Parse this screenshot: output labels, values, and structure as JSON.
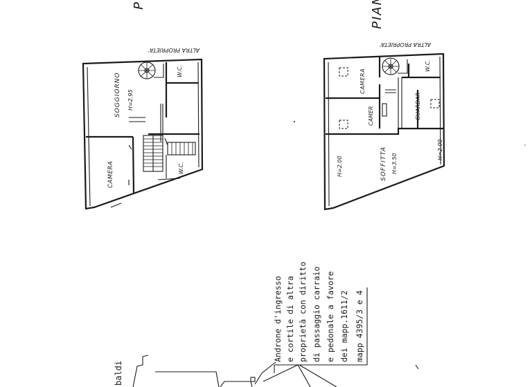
{
  "header": {
    "left_fragment": "P",
    "right_fragment": "PIAN"
  },
  "left_plan": {
    "neighbor_label": "ALTRA PROPRIETA'",
    "rooms": {
      "soggiorno": "SOGGIORNO",
      "soggiorno_height": "H=2.95",
      "camera": "CAMERA",
      "wc_top": "W.C.",
      "wc_bottom": "W.C."
    }
  },
  "right_plan": {
    "neighbor_label": "ALTRA PROPRIETA'",
    "rooms": {
      "camera": "CAMERA",
      "camer": "CAMER",
      "guardar": "GUARDAR",
      "wc": "W.C.",
      "soffitta": "SOFFITTA",
      "soffitta_height": "H=3.50",
      "height_left": "H=2.00",
      "height_right": "H=2.00"
    }
  },
  "note": {
    "lines": [
      "Androne d'ingresso",
      "e cortile di altra",
      "proprietà con diritto",
      "di passaggio carraio",
      "e pedonale a favore",
      "dei mapp.1611/2",
      "mapp 4395/3 e 4"
    ]
  },
  "site_plan": {
    "street_fragment": "baldi"
  }
}
